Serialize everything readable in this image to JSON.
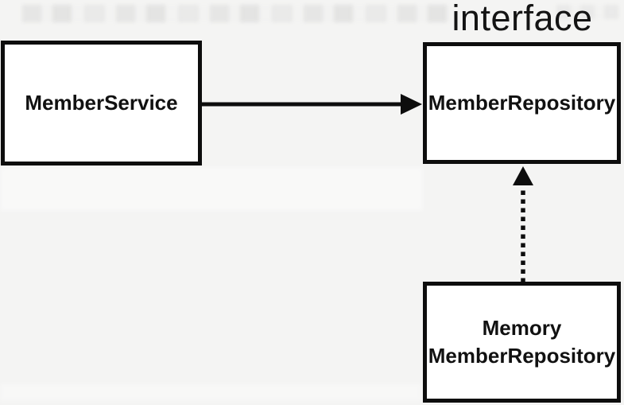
{
  "diagram": {
    "kind": "dependency-diagram",
    "interface_label": "interface",
    "nodes": {
      "member_service": {
        "label": "MemberService"
      },
      "member_repository": {
        "label": "MemberRepository",
        "stereotype": "interface"
      },
      "memory_member_repository": {
        "line1": "Memory",
        "line2": "MemberRepository"
      }
    },
    "edges": [
      {
        "from": "MemberService",
        "to": "MemberRepository",
        "style": "solid",
        "meaning": "dependency-arrow"
      },
      {
        "from": "MemoryMemberRepository",
        "to": "MemberRepository",
        "style": "dotted",
        "meaning": "implements-arrow"
      }
    ],
    "colors": {
      "background": "#f4f4f3",
      "node_fill": "#ffffff",
      "stroke": "#0d0d0d",
      "text": "#111111"
    }
  }
}
